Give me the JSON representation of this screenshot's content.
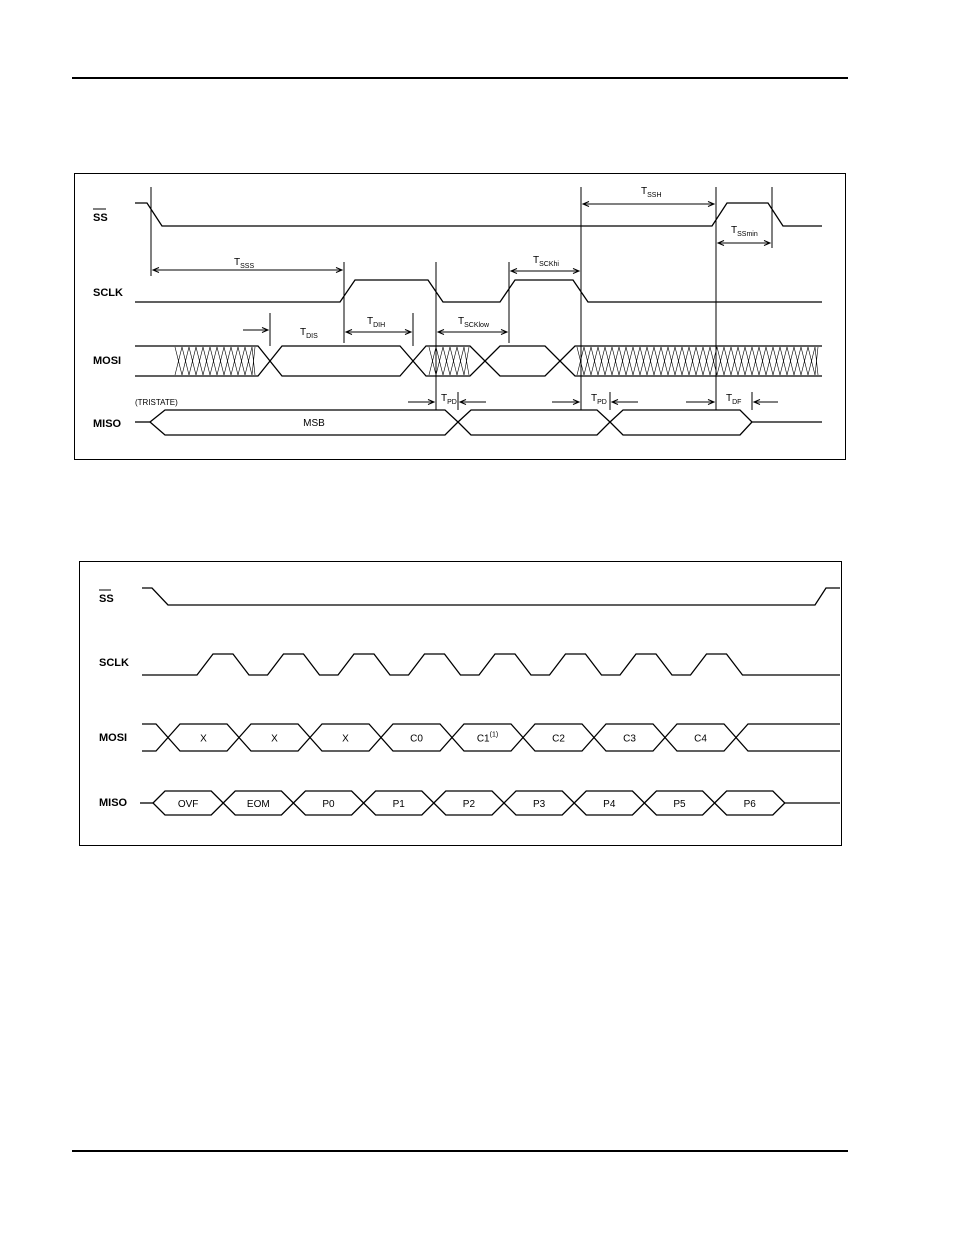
{
  "diagram1": {
    "signals": {
      "ss": "SS",
      "sclk": "SCLK",
      "mosi": "MOSI",
      "miso": "MISO"
    },
    "tristate_note": "(TRISTATE)",
    "miso_first_bit": "MSB",
    "timings": {
      "tsss": {
        "main": "T",
        "sub": "SSS"
      },
      "tssh": {
        "main": "T",
        "sub": "SSH"
      },
      "tssmin": {
        "main": "T",
        "sub": "SSmin"
      },
      "tsckhi": {
        "main": "T",
        "sub": "SCKhi"
      },
      "tscklow": {
        "main": "T",
        "sub": "SCKlow"
      },
      "tdis": {
        "main": "T",
        "sub": "DIS"
      },
      "tdih": {
        "main": "T",
        "sub": "DIH"
      },
      "tpd1": {
        "main": "T",
        "sub": "PD"
      },
      "tpd2": {
        "main": "T",
        "sub": "PD"
      },
      "tdf": {
        "main": "T",
        "sub": "DF"
      }
    }
  },
  "diagram2": {
    "signals": {
      "ss": "SS",
      "sclk": "SCLK",
      "mosi": "MOSI",
      "miso": "MISO"
    },
    "mosi_bits": [
      "X",
      "X",
      "X",
      "C0",
      "C1",
      "C2",
      "C3",
      "C4"
    ],
    "mosi_footnote": "(1)",
    "miso_bits": [
      "OVF",
      "EOM",
      "P0",
      "P1",
      "P2",
      "P3",
      "P4",
      "P5",
      "P6"
    ]
  }
}
